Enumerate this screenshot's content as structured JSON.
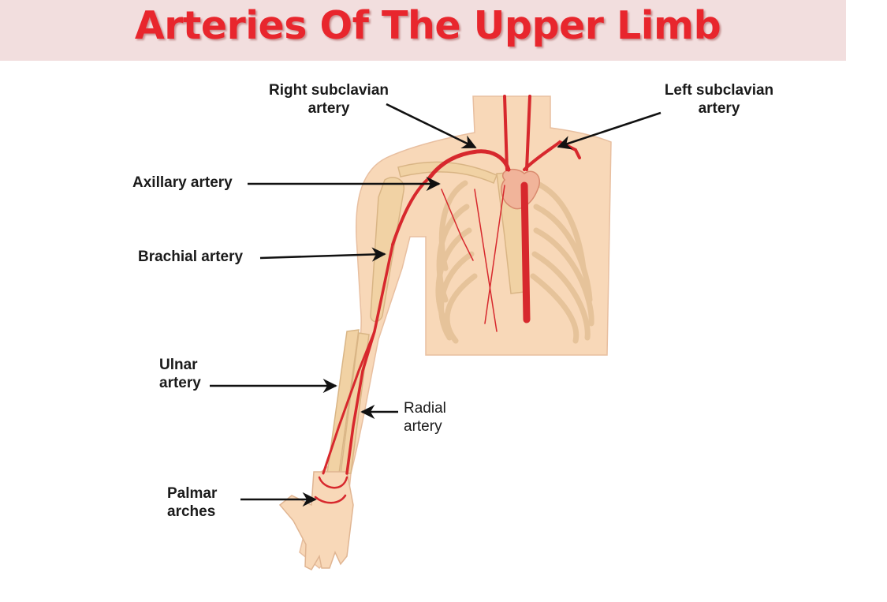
{
  "title": "Arteries Of The Upper Limb",
  "labels": {
    "right_subclavian": [
      "Right subclavian",
      "artery"
    ],
    "left_subclavian": [
      "Left subclavian",
      "artery"
    ],
    "axillary": "Axillary artery",
    "brachial": "Brachial artery",
    "ulnar": [
      "Ulnar",
      "artery"
    ],
    "radial": [
      "Radial",
      "artery"
    ],
    "palmar": [
      "Palmar",
      "arches"
    ]
  },
  "colors": {
    "title": "#e8262d",
    "title_band": "#f2dede",
    "artery": "#d7282d",
    "skin": "#f8d8b8",
    "bone": "#f1d2a4",
    "label": "#1a1a1a"
  }
}
